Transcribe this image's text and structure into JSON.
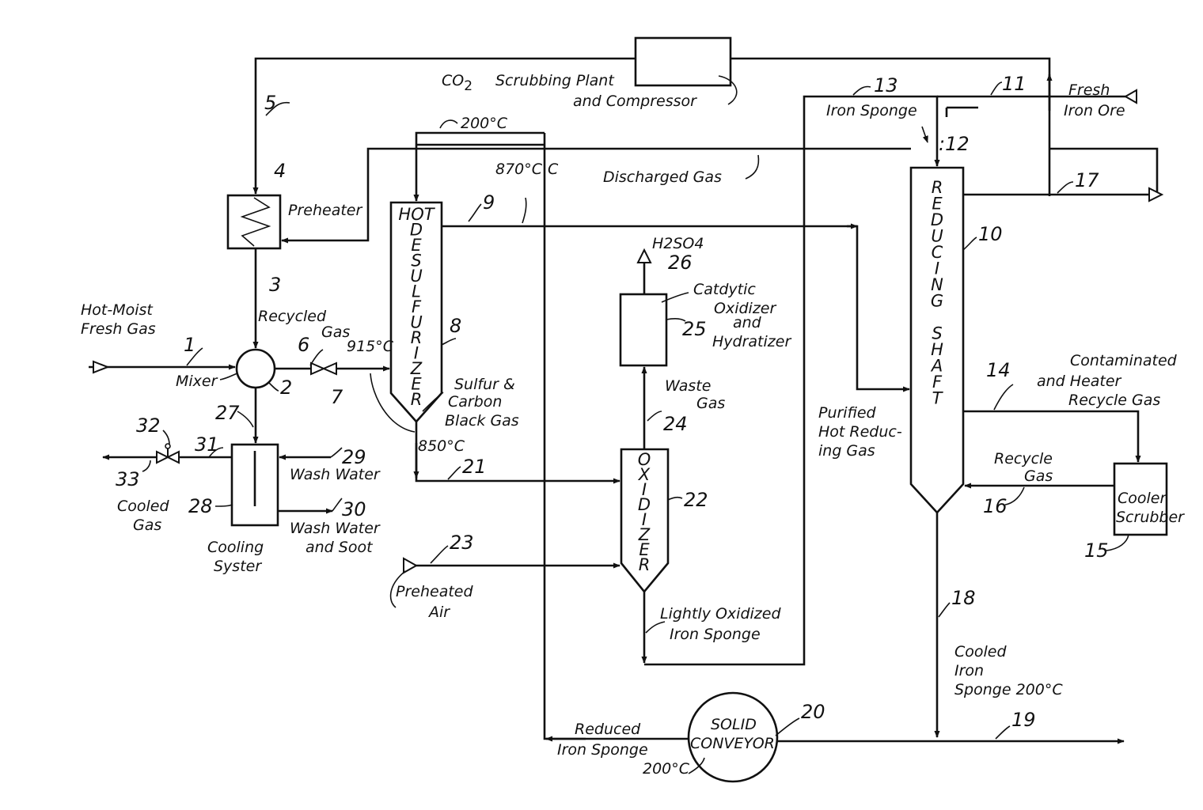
{
  "labels": {
    "co2_plant_1": "CO",
    "co2_plant_sub": "2",
    "co2_plant_2": "Scrubbing Plant",
    "co2_plant_3": "and Compressor",
    "temp_200_top": "200°C",
    "temp_870": "870°C",
    "preheater": "Preheater",
    "discharged_gas": "Discharged Gas",
    "iron_sponge_top": "Iron Sponge",
    "fresh": "Fresh",
    "iron_ore": "Iron Ore",
    "hot_moist_1": "Hot-Moist",
    "hot_moist_2": "Fresh Gas",
    "mixer": "Mixer",
    "recycled_1": "Recycled",
    "recycled_2": "Gas",
    "temp_915": "915°C",
    "sulfur_1": "Sulfur &",
    "sulfur_2": "Carbon",
    "sulfur_3": "Black Gas",
    "temp_850": "850°C",
    "h2so4": "H2SO4",
    "catalytic_1": "Catdytic",
    "catalytic_2": "Oxidizer",
    "catalytic_3": "and",
    "catalytic_4": "Hydratizer",
    "waste_1": "Waste",
    "waste_2": "Gas",
    "purified_1": "Purified",
    "purified_2": "Hot Reduc-",
    "purified_3": "ing Gas",
    "contam_1": "Contaminated",
    "contam_2": "and Heater",
    "contam_3": "Recycle Gas",
    "recycle_1": "Recycle",
    "recycle_2": "Gas",
    "cooler_1": "Cooler",
    "cooler_2": "Scrubber",
    "wash_water": "Wash Water",
    "wash_soot_1": "Wash Water",
    "wash_soot_2": "and Soot",
    "cooled_gas_1": "Cooled",
    "cooled_gas_2": "Gas",
    "cooling_1": "Cooling",
    "cooling_2": "Syster",
    "preheated_1": "Preheated",
    "preheated_2": "Air",
    "lightly_1": "Lightly Oxidized",
    "lightly_2": "Iron Sponge",
    "cooled_iron_1": "Cooled",
    "cooled_iron_2": "Iron",
    "cooled_iron_3": "Sponge 200°C",
    "reduced_1": "Reduced",
    "reduced_2": "Iron Sponge",
    "temp_200_bottom": "200°C",
    "solid_1": "SOLID",
    "solid_2": "CONVEYOR",
    "hot_desulf": [
      "HOT",
      "D",
      "E",
      "S",
      "U",
      "L",
      "F",
      "U",
      "R",
      "I",
      "Z",
      "E",
      "R"
    ],
    "reducing_shaft": [
      "R",
      "E",
      "D",
      "U",
      "C",
      "I",
      "N",
      "G",
      "",
      "S",
      "H",
      "A",
      "F",
      "T"
    ],
    "oxidizer": [
      "O",
      "X",
      "I",
      "D",
      "I",
      "Z",
      "E",
      "R"
    ]
  },
  "numbers": {
    "n1": "1",
    "n2": "2",
    "n3": "3",
    "n4": "4",
    "n5": "5",
    "n6": "6",
    "n7": "7",
    "n8": "8",
    "n9": "9",
    "n10": "10",
    "n11": "11",
    "n12": ":12",
    "n13": "13",
    "n14": "14",
    "n15": "15",
    "n16": "16",
    "n17": "17",
    "n18": "18",
    "n19": "19",
    "n20": "20",
    "n21": "21",
    "n22": "22",
    "n23": "23",
    "n24": "24",
    "n25": "25",
    "n26": "26",
    "n27": "27",
    "n28": "28",
    "n29": "29",
    "n30": "30",
    "n31": "31",
    "n32": "32",
    "n33": "33",
    "c": "C"
  }
}
